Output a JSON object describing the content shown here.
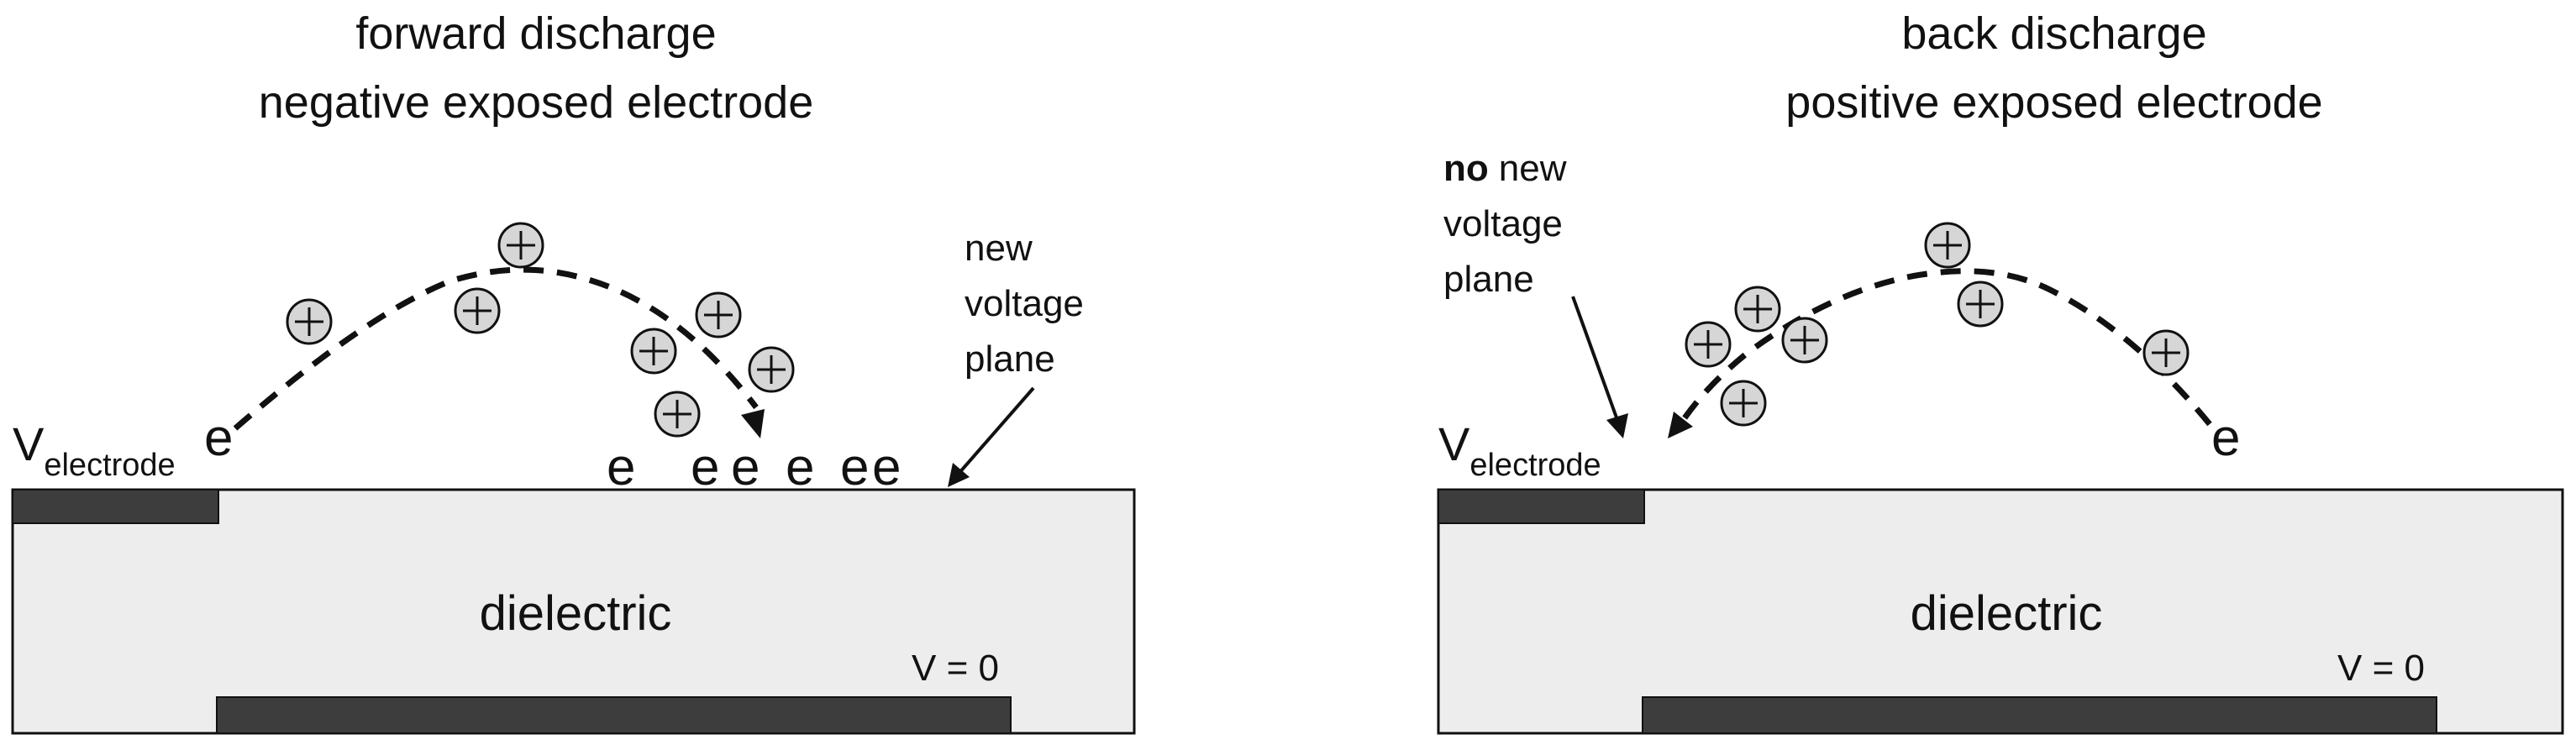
{
  "panels": [
    {
      "title_line1": "forward discharge",
      "title_line2": "negative exposed electrode",
      "note_lines": [
        "new",
        "voltage",
        "plane"
      ],
      "electrode_label": "V",
      "electrode_sub": "electrode",
      "dielectric_label": "dielectric",
      "ground_label": "V = 0",
      "electron_symbol": "e"
    },
    {
      "title_line1": "back discharge",
      "title_line2": "positive exposed electrode",
      "note_bold": "no",
      "note_line1_rest": "new",
      "note_lines": [
        "voltage",
        "plane"
      ],
      "electrode_label": "V",
      "electrode_sub": "electrode",
      "dielectric_label": "dielectric",
      "ground_label": "V = 0",
      "electron_symbol": "e"
    }
  ],
  "colors": {
    "dielectric_fill": "#ededed",
    "electrode_fill": "#3d3d3d",
    "ion_fill": "#d6d6d6",
    "line": "#111111"
  },
  "icons": {
    "positive_ion": "circled-plus-icon",
    "electron": "letter-e",
    "discharge_path": "dashed-arc-arrow"
  }
}
